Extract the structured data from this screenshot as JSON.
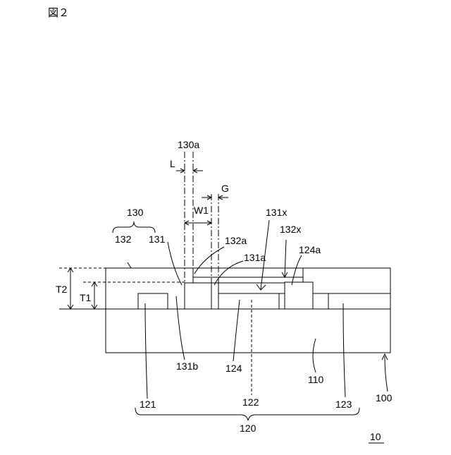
{
  "figure_title": "図２",
  "labels": {
    "l130a": "130a",
    "lL": "L",
    "lG": "G",
    "lW1": "W1",
    "l130": "130",
    "l132": "132",
    "l131": "131",
    "l131x": "131x",
    "l132x": "132x",
    "l132a": "132a",
    "l131a": "131a",
    "l124a": "124a",
    "lT2": "T2",
    "lT1": "T1",
    "l121": "121",
    "l131b": "131b",
    "l124": "124",
    "l110": "110",
    "l100": "100",
    "l122": "122",
    "l123": "123",
    "l120": "120",
    "l10": "10"
  }
}
